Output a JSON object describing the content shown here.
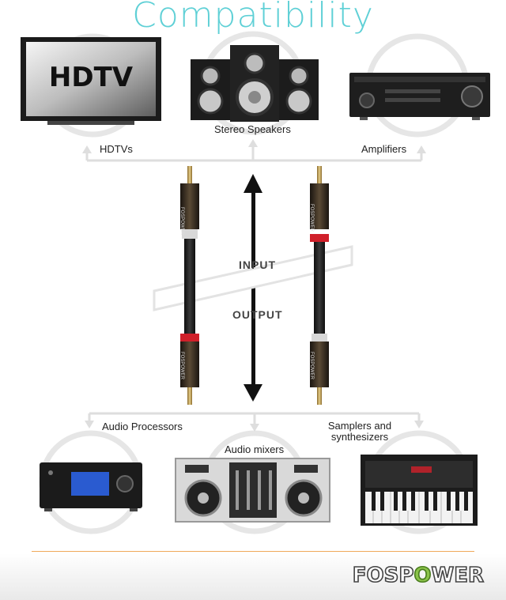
{
  "title": "Compatibility",
  "top_devices": {
    "hdtv_screen_text": "HDTV",
    "stereo_speakers": "Stereo Speakers",
    "hdtvs": "HDTVs",
    "amplifiers": "Amplifiers"
  },
  "middle": {
    "input": "INPUT",
    "output": "OUTPUT",
    "plug_brand": "FOSPOWER"
  },
  "bottom_devices": {
    "audio_processors": "Audio Processors",
    "audio_mixers": "Audio mixers",
    "samplers_line1": "Samplers and",
    "samplers_line2": "synthesizers"
  },
  "brand": {
    "logo": "FOSPOWER",
    "logo_prefix": "FOSP",
    "logo_o": "O",
    "logo_suffix": "WER"
  },
  "colors": {
    "accent": "#5fd0d6",
    "connector_red": "#d0202a",
    "connector_white": "#d8d8d8",
    "divider": "#f0a95a"
  }
}
